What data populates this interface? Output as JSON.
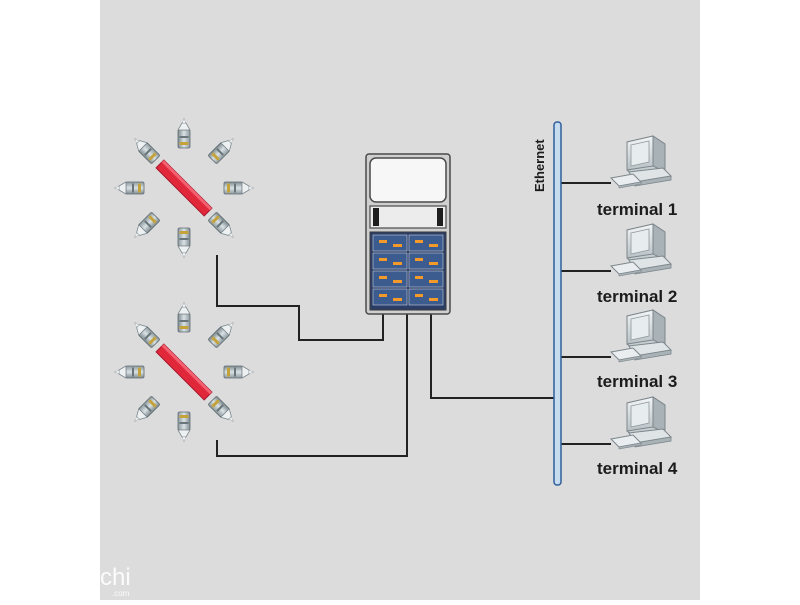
{
  "network": {
    "bus_label": "Ethernet",
    "terminals": [
      {
        "label": "terminal 1"
      },
      {
        "label": "terminal 2"
      },
      {
        "label": "terminal 3"
      },
      {
        "label": "terminal 4"
      }
    ]
  },
  "watermark": {
    "text": "chi",
    "sub": ".com"
  },
  "colors": {
    "background": "#dcdcdc",
    "page_margin": "#ffffff",
    "bus": "#c8dcf0",
    "bus_outline": "#2f5f9c",
    "wire": "#222222",
    "sensor_bar": "#e0283a",
    "server_body": "#d0d0d0",
    "server_panel": "#2c3e66"
  }
}
